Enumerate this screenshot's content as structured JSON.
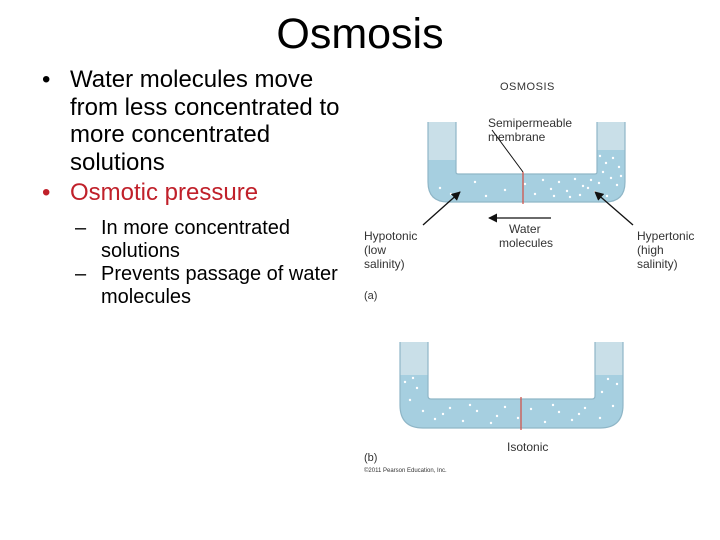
{
  "slide": {
    "title": "Osmosis",
    "bullets": [
      {
        "text": "Water molecules move from less concentrated to more concentrated solutions"
      },
      {
        "text": "Osmotic pressure",
        "color": "#c0202a"
      }
    ],
    "sub_bullets": [
      {
        "text": "In more concentrated solutions"
      },
      {
        "text": "Prevents passage of water molecules"
      }
    ]
  },
  "figure": {
    "title": "OSMOSIS",
    "membrane_label": [
      "Semipermeable",
      "membrane"
    ],
    "water_label": [
      "Water",
      "molecules"
    ],
    "hypotonic_label": [
      "Hypotonic",
      "(low",
      "salinity)"
    ],
    "hypertonic_label": [
      "Hypertonic",
      "(high",
      "salinity)"
    ],
    "panel_a": "(a)",
    "panel_b": "(b)",
    "isotonic_label": "Isotonic",
    "copyright": "©2011 Pearson Education, Inc.",
    "colors": {
      "water": "#a6cfe0",
      "glass": "#c9dfe8",
      "membrane": "#d0564d",
      "arrow": "#111111"
    }
  }
}
